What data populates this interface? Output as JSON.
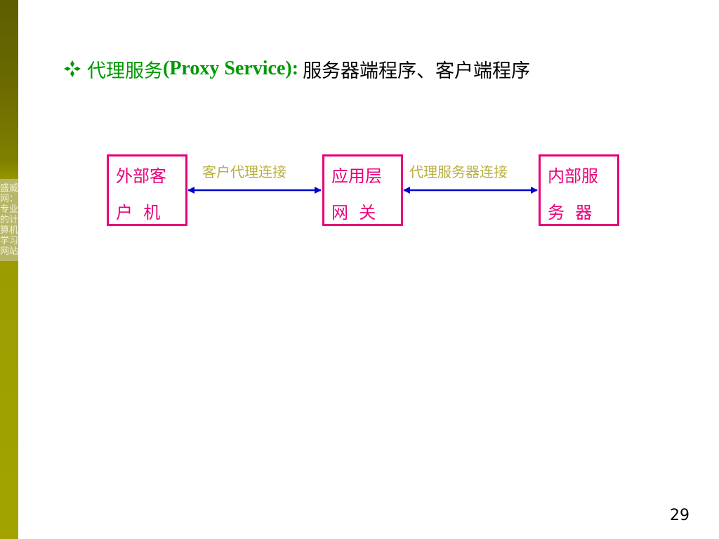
{
  "sidebar": {
    "text": "盛威网：专业的计算机学习网站"
  },
  "title": {
    "bullet_icon": "diamond-bullet-icon",
    "green_cn": "代理服务",
    "green_en": "(Proxy Service):",
    "black": "服务器端程序、客户端程序"
  },
  "diagram": {
    "nodes": [
      {
        "line1": "外部客",
        "line2": "户  机"
      },
      {
        "line1": "应用层",
        "line2": "网  关"
      },
      {
        "line1": "内部服",
        "line2": "务  器"
      }
    ],
    "edges": [
      {
        "label": "客户代理连接"
      },
      {
        "label": "代理服务器连接"
      }
    ],
    "colors": {
      "node_border": "#e8007a",
      "node_text": "#e8007a",
      "edge_label": "#b8b040",
      "arrow": "#0000cc"
    }
  },
  "page_number": "29"
}
